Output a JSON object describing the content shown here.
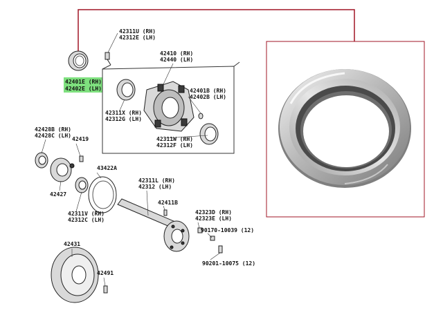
{
  "colors": {
    "highlight": "#7ee07e",
    "callout_line": "#a01525",
    "frame": "#a01525"
  },
  "labels": {
    "p42311": "42311U (RH)",
    "p42312e": "42312E (LH)",
    "p42410": "42410 (RH)",
    "p42440": "42440 (LH)",
    "p42401e": "42401E (RH)",
    "p42402e": "42402E (LH)",
    "p42401b": "42401B (RH)",
    "p42402b": "42402B (LH)",
    "p42311x": "42311X (RH)",
    "p42312g": "42312G (LH)",
    "p42311w": "42311W (RH)",
    "p42312f": "42312F (LH)",
    "p42428b": "42428B (RH)",
    "p42428c": "42428C (LH)",
    "p42419": "42419",
    "p43422a": "43422A",
    "p42427": "42427",
    "p42311l": "42311L (RH)",
    "p42312": "42312 (LH)",
    "p42411b": "42411B",
    "p42311v": "42311V (RH)",
    "p42312c": "42312C (LH)",
    "p42323d": "42323D (RH)",
    "p42323e": "42323E (LH)",
    "p90170": "90170-10039 (12)",
    "p42431": "42431",
    "p42491": "42491",
    "p90201": "90201-10075 (12)"
  }
}
